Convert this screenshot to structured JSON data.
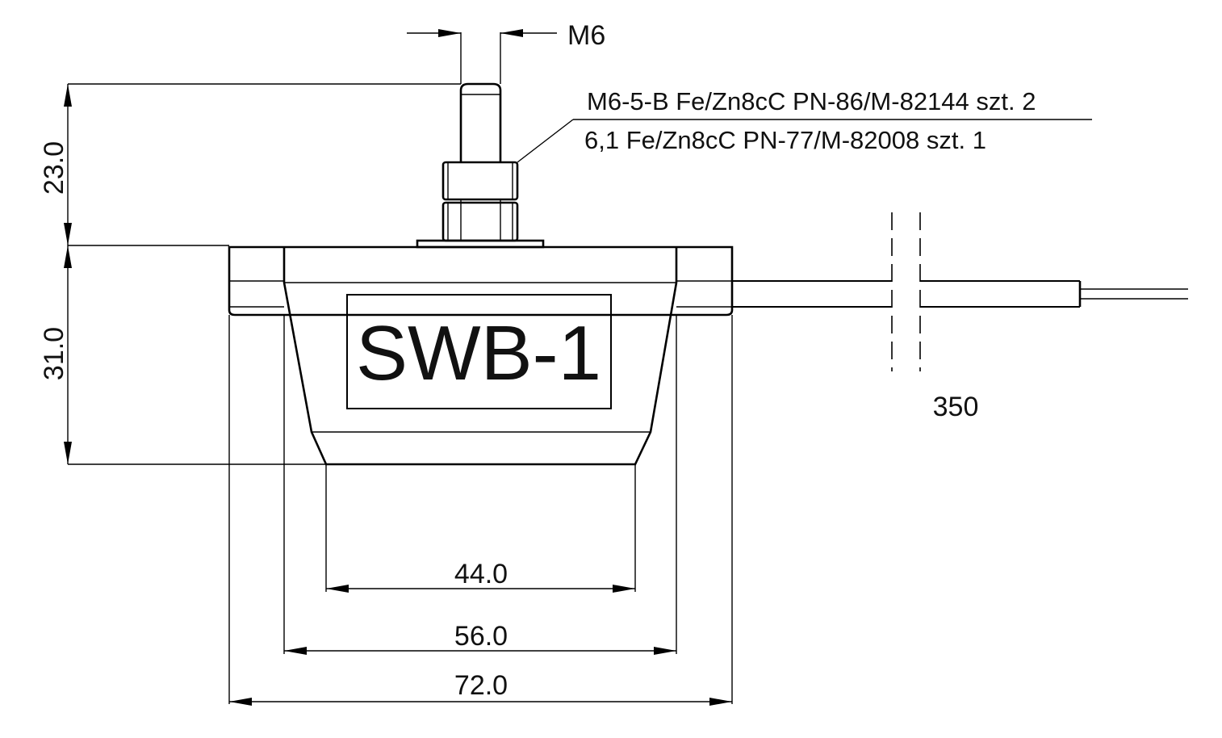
{
  "thread_label": "M6",
  "fastener_specs": [
    "M6-5-B Fe/Zn8cC PN-86/M-82144 szt. 2",
    "6,1 Fe/Zn8cC PN-77/M-82008 szt. 1"
  ],
  "part_label": "SWB-1",
  "dimensions": {
    "stud_height": "23.0",
    "body_height": "31.0",
    "bottom_width": "44.0",
    "body_width": "56.0",
    "flange_width": "72.0",
    "cable_length": "350"
  }
}
